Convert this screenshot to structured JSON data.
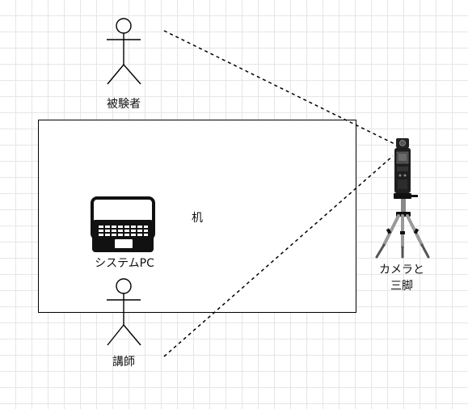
{
  "labels": {
    "subject": "被験者",
    "desk": "机",
    "system_pc": "システムPC",
    "lecturer": "講師",
    "camera_line1": "カメラと",
    "camera_line2": "三脚"
  }
}
